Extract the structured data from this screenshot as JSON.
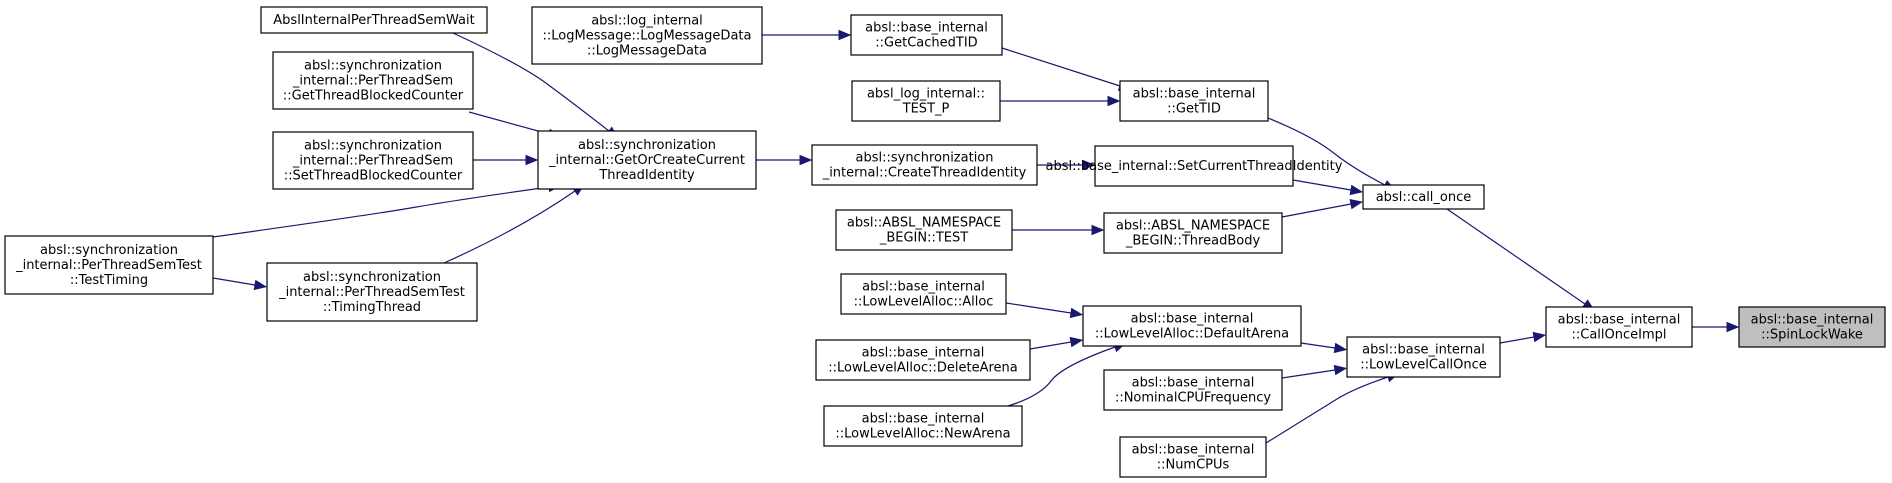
{
  "colors": {
    "edge": "#191970",
    "node_fill": "#ffffff",
    "root_fill": "#bfbfbf",
    "border": "#000000"
  },
  "nodes": [
    {
      "id": "spinlockwake",
      "root": true,
      "lines": [
        "absl::base_internal",
        "::SpinLockWake"
      ]
    },
    {
      "id": "calloncelimpl",
      "lines": [
        "absl::base_internal",
        "::CallOnceImpl"
      ]
    },
    {
      "id": "call_once",
      "lines": [
        "absl::call_once"
      ]
    },
    {
      "id": "lowlevelcallonce",
      "lines": [
        "absl::base_internal",
        "::LowLevelCallOnce"
      ]
    },
    {
      "id": "gettid",
      "lines": [
        "absl::base_internal",
        "::GetTID"
      ]
    },
    {
      "id": "setcurrentthreadidentity",
      "lines": [
        "absl::base_internal::SetCurrentThreadIdentity"
      ]
    },
    {
      "id": "threadbody",
      "lines": [
        "absl::ABSL_NAMESPACE",
        "_BEGIN::ThreadBody"
      ]
    },
    {
      "id": "defaultarena",
      "lines": [
        "absl::base_internal",
        "::LowLevelAlloc::DefaultArena"
      ]
    },
    {
      "id": "nominalcpufrequency",
      "lines": [
        "absl::base_internal",
        "::NominalCPUFrequency"
      ]
    },
    {
      "id": "numcpus",
      "lines": [
        "absl::base_internal",
        "::NumCPUs"
      ]
    },
    {
      "id": "getcachedtid",
      "lines": [
        "absl::base_internal",
        "::GetCachedTID"
      ]
    },
    {
      "id": "test_p",
      "lines": [
        "absl_log_internal::",
        "TEST_P"
      ]
    },
    {
      "id": "createthreadidentity",
      "lines": [
        "absl::synchronization",
        "_internal::CreateThreadIdentity"
      ]
    },
    {
      "id": "abslnamespacetest",
      "lines": [
        "absl::ABSL_NAMESPACE",
        "_BEGIN::TEST"
      ]
    },
    {
      "id": "alloc",
      "lines": [
        "absl::base_internal",
        "::LowLevelAlloc::Alloc"
      ]
    },
    {
      "id": "deletearena",
      "lines": [
        "absl::base_internal",
        "::LowLevelAlloc::DeleteArena"
      ]
    },
    {
      "id": "newarena",
      "lines": [
        "absl::base_internal",
        "::LowLevelAlloc::NewArena"
      ]
    },
    {
      "id": "logmessagedata",
      "lines": [
        "absl::log_internal",
        "::LogMessage::LogMessageData",
        "::LogMessageData"
      ]
    },
    {
      "id": "getorcreate",
      "lines": [
        "absl::synchronization",
        "_internal::GetOrCreateCurrent",
        "ThreadIdentity"
      ]
    },
    {
      "id": "semwait",
      "lines": [
        "AbslInternalPerThreadSemWait"
      ]
    },
    {
      "id": "getblocked",
      "lines": [
        "absl::synchronization",
        "_internal::PerThreadSem",
        "::GetThreadBlockedCounter"
      ]
    },
    {
      "id": "setblocked",
      "lines": [
        "absl::synchronization",
        "_internal::PerThreadSem",
        "::SetThreadBlockedCounter"
      ]
    },
    {
      "id": "timingthread",
      "lines": [
        "absl::synchronization",
        "_internal::PerThreadSemTest",
        "::TimingThread"
      ]
    },
    {
      "id": "testtiming",
      "lines": [
        "absl::synchronization",
        "_internal::PerThreadSemTest",
        "::TestTiming"
      ]
    }
  ],
  "edges": [
    {
      "from": "calloncelimpl",
      "to": "spinlockwake"
    },
    {
      "from": "call_once",
      "to": "calloncelimpl"
    },
    {
      "from": "lowlevelcallonce",
      "to": "calloncelimpl"
    },
    {
      "from": "gettid",
      "to": "call_once"
    },
    {
      "from": "setcurrentthreadidentity",
      "to": "call_once"
    },
    {
      "from": "threadbody",
      "to": "call_once"
    },
    {
      "from": "defaultarena",
      "to": "lowlevelcallonce"
    },
    {
      "from": "nominalcpufrequency",
      "to": "lowlevelcallonce"
    },
    {
      "from": "numcpus",
      "to": "lowlevelcallonce"
    },
    {
      "from": "getcachedtid",
      "to": "gettid"
    },
    {
      "from": "test_p",
      "to": "gettid"
    },
    {
      "from": "createthreadidentity",
      "to": "setcurrentthreadidentity"
    },
    {
      "from": "abslnamespacetest",
      "to": "threadbody"
    },
    {
      "from": "alloc",
      "to": "defaultarena"
    },
    {
      "from": "deletearena",
      "to": "defaultarena"
    },
    {
      "from": "newarena",
      "to": "defaultarena"
    },
    {
      "from": "logmessagedata",
      "to": "getcachedtid"
    },
    {
      "from": "getorcreate",
      "to": "createthreadidentity"
    },
    {
      "from": "semwait",
      "to": "getorcreate"
    },
    {
      "from": "getblocked",
      "to": "getorcreate"
    },
    {
      "from": "setblocked",
      "to": "getorcreate"
    },
    {
      "from": "testtiming",
      "to": "getorcreate"
    },
    {
      "from": "timingthread",
      "to": "getorcreate"
    },
    {
      "from": "testtiming",
      "to": "timingthread"
    }
  ]
}
